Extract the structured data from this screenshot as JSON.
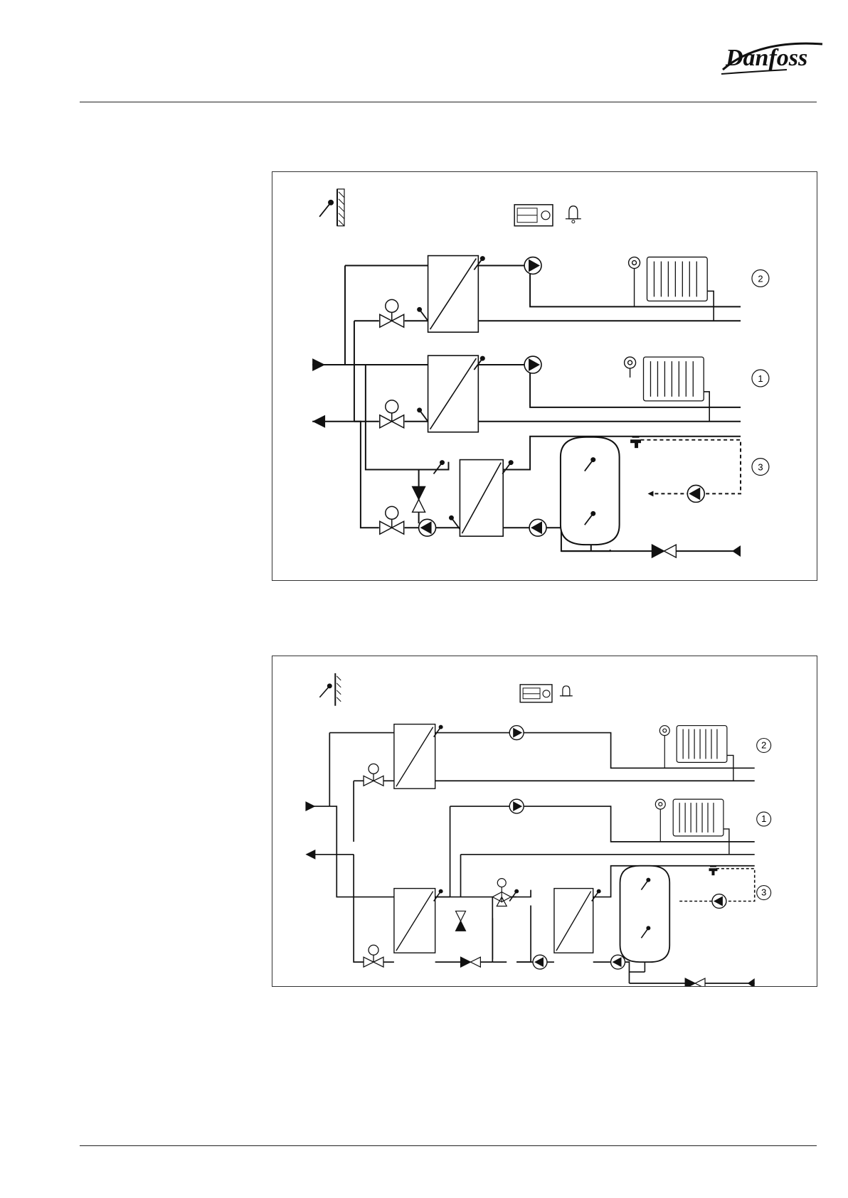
{
  "brand": {
    "name": "Danfoss",
    "color": "#111111"
  },
  "footer": {
    "text": ""
  },
  "diagram_1": {
    "circuits": [
      "2",
      "1",
      "3"
    ]
  },
  "diagram_2": {
    "circuits": [
      "2",
      "1",
      "3"
    ]
  },
  "colors": {
    "line": "#111111",
    "frame": "#333333",
    "background": "#ffffff"
  },
  "icons": [
    "outdoor-sensor-icon",
    "controller-icon",
    "alarm-bell-icon",
    "heat-exchanger-icon",
    "pump-icon",
    "motorized-valve-icon",
    "radiator-icon",
    "thermostat-icon",
    "hot-water-tank-icon",
    "tap-icon",
    "check-valve-icon",
    "three-way-valve-icon"
  ]
}
